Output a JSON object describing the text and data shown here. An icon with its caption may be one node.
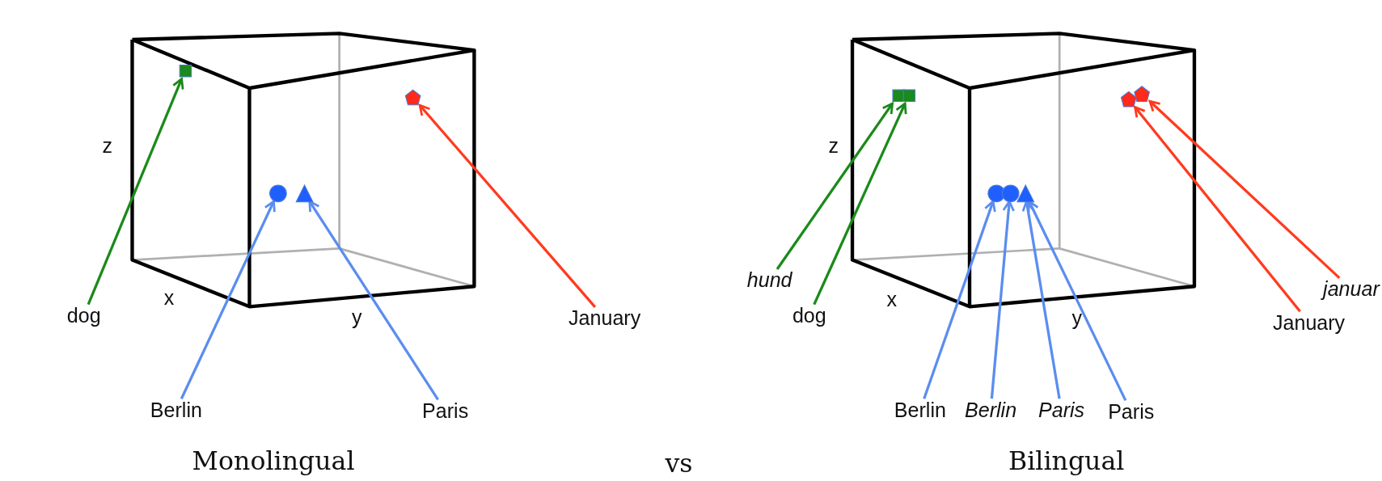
{
  "diagram": {
    "nodes": [
      {
        "text": [],
        "shape": "square"
      },
      {
        "text": [],
        "shape": "pentagon"
      },
      {
        "text": [],
        "shape": "circle"
      },
      {
        "text": [],
        "shape": "triangle"
      },
      {
        "text": [
          "dog"
        ]
      },
      {
        "text": [
          "January"
        ]
      },
      {
        "text": [
          "Berlin"
        ]
      },
      {
        "text": [
          "Paris"
        ]
      },
      {
        "text": [],
        "shape": "square"
      },
      {
        "text": [],
        "shape": "square"
      },
      {
        "text": [],
        "shape": "pentagon"
      },
      {
        "text": [],
        "shape": "pentagon"
      },
      {
        "text": [],
        "shape": "circle"
      },
      {
        "text": [],
        "shape": "circle"
      },
      {
        "text": [],
        "shape": "triangle"
      },
      {
        "text": [
          "hund"
        ]
      },
      {
        "text": [
          "dog"
        ]
      },
      {
        "text": [
          "januar"
        ]
      },
      {
        "text": [
          "January"
        ]
      },
      {
        "text": [
          "Berlin"
        ]
      },
      {
        "text": [
          "Berlin"
        ]
      },
      {
        "text": [
          "Paris"
        ]
      },
      {
        "text": [
          "Paris"
        ]
      }
    ],
    "edges": [
      {
        "from": 4,
        "to": 0,
        "arrow": "to",
        "color": "#1a8a1a"
      },
      {
        "from": 5,
        "to": 1,
        "arrow": "to",
        "color": "#ff3b1e"
      },
      {
        "from": 6,
        "to": 2,
        "arrow": "to"
      },
      {
        "from": 7,
        "to": 3,
        "arrow": "to"
      },
      {
        "from": 15,
        "to": 8,
        "arrow": "to",
        "color": "#1a8a1a"
      },
      {
        "from": 16,
        "to": 9,
        "arrow": "to",
        "color": "#1a8a1a"
      },
      {
        "from": 17,
        "to": 11,
        "arrow": "to",
        "color": "#ff3b1e"
      },
      {
        "from": 18,
        "to": 10,
        "arrow": "to",
        "color": "#ff3b1e"
      },
      {
        "from": 19,
        "to": 12,
        "arrow": "to"
      },
      {
        "from": 20,
        "to": 13,
        "arrow": "to"
      },
      {
        "from": 21,
        "to": 14,
        "arrow": "to"
      },
      {
        "from": 22,
        "to": 14,
        "arrow": "to"
      }
    ],
    "labels": [
      "z",
      "x",
      "y",
      "z",
      "x",
      "y",
      "Monolingual",
      "vs",
      "Bilingual"
    ]
  }
}
